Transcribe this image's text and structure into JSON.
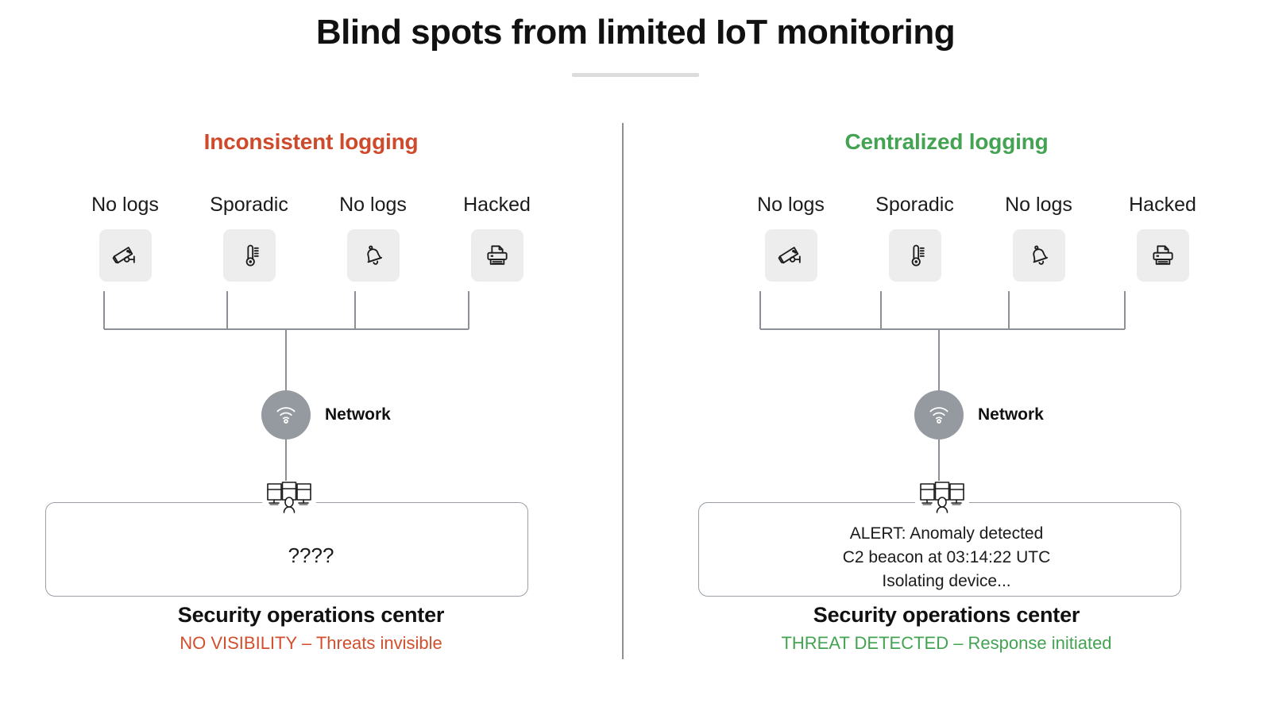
{
  "header": {
    "title": "Blind spots from limited IoT monitoring"
  },
  "colors": {
    "bad": "#ce4a2b",
    "good": "#44a352",
    "network_node": "#959aa1",
    "tile": "#ededed",
    "line": "#8d9197",
    "box_border": "#9aa0a6"
  },
  "panels": [
    {
      "key": "inconsistent",
      "heading": "Inconsistent logging",
      "devices": [
        {
          "label": "No logs",
          "icon": "security-camera-icon"
        },
        {
          "label": "Sporadic",
          "icon": "thermometer-icon"
        },
        {
          "label": "No logs",
          "icon": "bell-icon"
        },
        {
          "label": "Hacked",
          "icon": "printer-icon"
        }
      ],
      "network": {
        "label": "Network",
        "icon": "wifi-icon"
      },
      "soc": {
        "monitor_icon": "soc-workstation-icon",
        "lines": [
          "????"
        ],
        "title": "Security operations center",
        "status": "NO VISIBILITY – Threats invisible",
        "status_state": "bad"
      }
    },
    {
      "key": "centralized",
      "heading": "Centralized logging",
      "devices": [
        {
          "label": "No logs",
          "icon": "security-camera-icon"
        },
        {
          "label": "Sporadic",
          "icon": "thermometer-icon"
        },
        {
          "label": "No logs",
          "icon": "bell-icon"
        },
        {
          "label": "Hacked",
          "icon": "printer-icon"
        }
      ],
      "network": {
        "label": "Network",
        "icon": "wifi-icon"
      },
      "soc": {
        "monitor_icon": "soc-workstation-icon",
        "lines": [
          "ALERT: Anomaly detected",
          "C2 beacon at 03:14:22 UTC",
          "Isolating device..."
        ],
        "title": "Security operations center",
        "status": "THREAT DETECTED – Response initiated",
        "status_state": "good"
      }
    }
  ]
}
